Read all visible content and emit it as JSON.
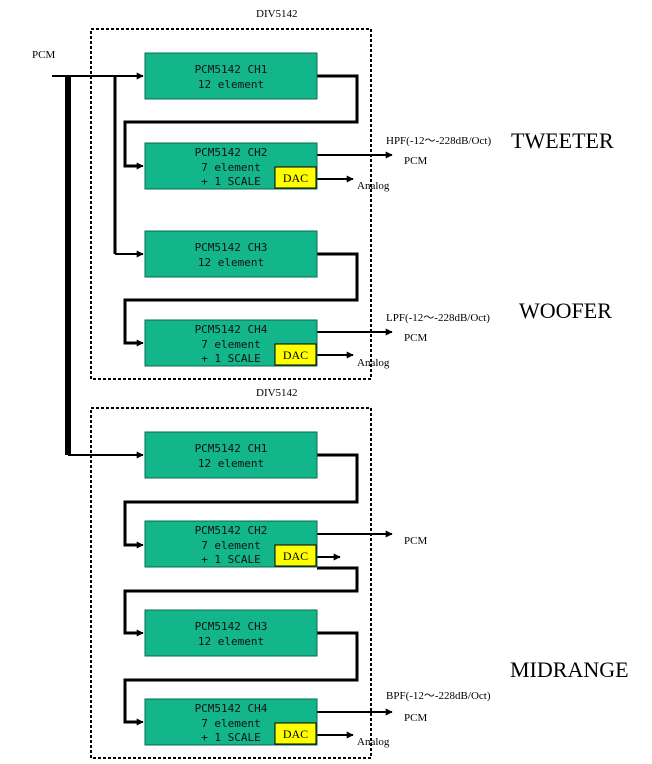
{
  "input_label": "PCM",
  "modules": [
    {
      "name": "DIV5142",
      "channels": [
        {
          "title": "PCM5142 CH1",
          "line2": "12 element",
          "line3": ""
        },
        {
          "title": "PCM5142 CH2",
          "line2": "7 element",
          "line3": "+ 1 SCALE"
        },
        {
          "title": "PCM5142 CH3",
          "line2": "12 element",
          "line3": ""
        },
        {
          "title": "PCM5142 CH4",
          "line2": "7 element",
          "line3": "+ 1 SCALE"
        }
      ]
    },
    {
      "name": "DIV5142",
      "channels": [
        {
          "title": "PCM5142 CH1",
          "line2": "12 element",
          "line3": ""
        },
        {
          "title": "PCM5142 CH2",
          "line2": "7 element",
          "line3": "+ 1 SCALE"
        },
        {
          "title": "PCM5142 CH3",
          "line2": "12 element",
          "line3": ""
        },
        {
          "title": "PCM5142 CH4",
          "line2": "7 element",
          "line3": "+ 1 SCALE"
        }
      ]
    }
  ],
  "dac_label": "DAC",
  "outputs": [
    {
      "filter": "HPF(-12～-228dB/Oct)",
      "pcm": "PCM",
      "analog": "Analog",
      "speaker": "TWEETER"
    },
    {
      "filter": "LPF(-12～-228dB/Oct)",
      "pcm": "PCM",
      "analog": "Analog",
      "speaker": "WOOFER"
    },
    {
      "filter": "",
      "pcm": "PCM",
      "analog": "",
      "speaker": ""
    },
    {
      "filter": "BPF(-12～-228dB/Oct)",
      "pcm": "PCM",
      "analog": "Analog",
      "speaker": "MIDRANGE"
    }
  ],
  "colors": {
    "channel_fill": "#13b58a",
    "channel_stroke": "#0a6b4e",
    "dac_fill": "#ffff00",
    "line": "#000000"
  }
}
